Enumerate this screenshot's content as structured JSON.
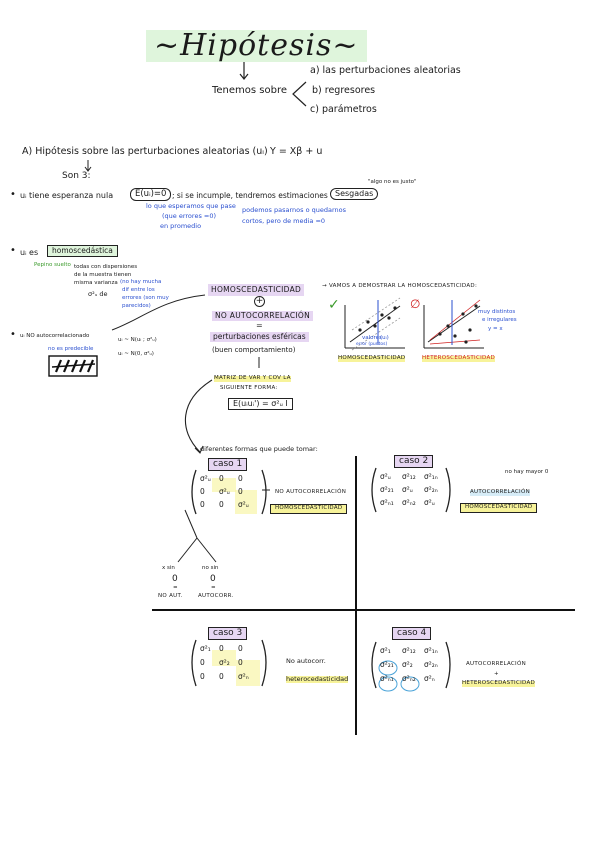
{
  "header": {
    "title": "~Hipótesis~",
    "intro": "Tenemos sobre",
    "branches": [
      "a) las perturbaciones aleatorias",
      "b) regresores",
      "c) parámetros"
    ]
  },
  "sectionA": {
    "heading": "A) Hipótesis sobre las perturbaciones aleatorias (uᵢ)",
    "model": "Y = Xβ + u",
    "son": "Son 3:",
    "h1": "uᵢ tiene esperanza nula",
    "h1_formula": "E(uᵢ)=0",
    "h1_rest": "; si se incumple, tendremos estimaciones",
    "h1_sesgadas": "Sesgadas",
    "h1_note": "\"algo no es justo\"",
    "h1_blue1": "lo que esperamos que pase",
    "h1_blue2": "(que errores =0)",
    "h1_blue3": "en promedio",
    "h1_blue4": "podemos pasarnos o quedarnos",
    "h1_blue5": "cortos, pero de media =0",
    "h2": "uᵢ es",
    "h2_word": "homoscedástica",
    "h2_green": "Pepino suelto",
    "h2_small1": "todas con dispersiones",
    "h2_small2": "de la muestra tienen",
    "h2_small3": "misma varianza",
    "h2_sigma": "σ²ᵤ de",
    "h2_blue1": "(no hay mucha",
    "h2_blue2": "dif entre los",
    "h2_blue3": "errores (son muy",
    "h2_blue4": "parecidos)",
    "h3": "uᵢ NO autocorrelacionado",
    "h3_blue": "no es predecible",
    "h3_dist1": "uᵢ ~ N(uᵢ ; σ²ᵤ)",
    "h3_dist2": "uᵢ ~ N(0, σ²ᵤ)"
  },
  "concept": {
    "homo": "Homoscedasticidad",
    "plus": "+",
    "noauto": "No autocorrelación",
    "eq": "=",
    "esfericas": "perturbaciones esféricas",
    "buen": "(buen comportamiento)",
    "arrow": "↓",
    "matriz1": "Matriz de var y cov la",
    "matriz2": "siguiente forma:",
    "formula": "E(uᵢuᵢ') = σ²ᵤ I",
    "formas": "diferentes formas que puede tomar:"
  },
  "demo": {
    "title": "→ Vamos a demostrar la homoscedasticidad:",
    "homo_label": "Homoscedasticidad",
    "hetero_label": "Heteroscedasticidad",
    "muy": "muy distintos",
    "irreg": "e irregulares",
    "yx": "y = x",
    "check": "✓",
    "cross": "∅",
    "blue_note1": "valores",
    "blue_note2": "(uᵢ)",
    "blue_note3": "error (puntos)"
  },
  "cases": [
    {
      "label": "caso 1",
      "note1": "No autocorrelación",
      "note2": "Homoscedasticidad",
      "cells": [
        "σ²ᵤ",
        "0",
        "0",
        "0",
        "σ²ᵤ",
        "0",
        "0",
        "0",
        "σ²ᵤ"
      ]
    },
    {
      "label": "caso 2",
      "note0": "no hay mayor 0",
      "note1": "Autocorrelación",
      "note2": "Homoscedasticidad",
      "cells": [
        "σ²ᵤ",
        "σ²₁₂",
        "σ²₁ₙ",
        "σ²₂₁",
        "σ²ᵤ",
        "σ²₂ₙ",
        "σ²ₙ₁",
        "σ²ₙ₂",
        "σ²ᵤ"
      ]
    },
    {
      "label": "caso 3",
      "note1": "No autocorr.",
      "note2": "heterocedasticidad",
      "cells": [
        "σ²₁",
        "0",
        "0",
        "0",
        "σ²₂",
        "0",
        "0",
        "0",
        "σ²ₙ"
      ]
    },
    {
      "label": "caso 4",
      "note1": "Autocorrelación",
      "note2": "Heteroscedasticidad",
      "cells": [
        "σ²₁",
        "σ²₁₂",
        "σ²₁ₙ",
        "σ²₂₁",
        "σ²₂",
        "σ²₂ₙ",
        "σ²ₙ₁",
        "σ²ₙ₂",
        "σ²ₙ"
      ]
    }
  ],
  "tree": {
    "left": "x sin",
    "right": "no sin",
    "zero": "0",
    "eq": "=",
    "left_bottom": "No aut.",
    "right_bottom": "autocorr."
  }
}
